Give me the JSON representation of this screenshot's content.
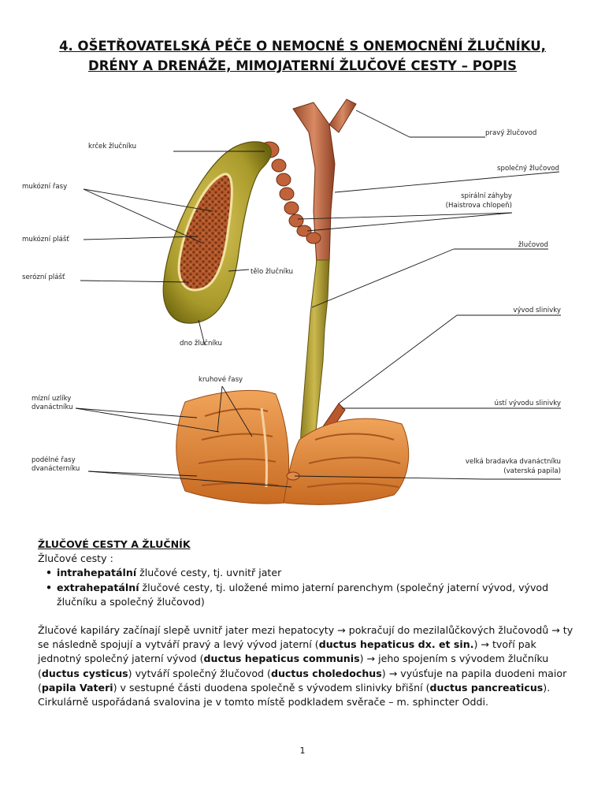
{
  "title": {
    "line1": "4. OŠETŘOVATELSKÁ PÉČE O NEMOCNÉ S ONEMOCNĚNÍ ŽLUČNÍKU,",
    "line2": "DRÉNY A DRENÁŽE, MIMOJATERNÍ ŽLUČOVÉ CESTY – POPIS"
  },
  "figure": {
    "labels": {
      "pravy_zlucovod": "pravý žlučovod",
      "krcek": "krček žlučníku",
      "spolecny": "společný žlučovod",
      "mukozni_rasy": "mukózní řasy",
      "spiralni1": "spirální záhyby",
      "spiralni2": "(Haistrova chlopeň)",
      "mukozni_plast": "mukózní plášť",
      "zlucovod": "žlučovod",
      "serozni_plast": "serózní plášť",
      "telo": "tělo žlučníku",
      "vyvod_slinivky": "vývod slinivky",
      "dno": "dno žlučníku",
      "kruhove_rasy": "kruhové řasy",
      "mizni1": "mízní uzlíky",
      "mizni2": "dvanáctníku",
      "usti": "ústí vývodu slinivky",
      "podelne1": "podélné řasy",
      "podelne2": "dvanácterníku",
      "bradavka1": "velká bradavka dvanáctníku",
      "bradavka2": "(vaterská papila)"
    }
  },
  "section": {
    "heading": "ŽLUČOVÉ CESTY A ŽLUČNÍK",
    "intro": "Žlučové cesty :",
    "bullets": [
      {
        "bold": "intrahepatální",
        "rest": " žlučové cesty, tj. uvnitř jater"
      },
      {
        "bold": "extrahepatální",
        "rest": " žlučové cesty, tj. uložené mimo jaterní parenchym (společný jaterní vývod, vývod žlučníku a společný žlučovod)"
      }
    ],
    "para": {
      "t1": "Žlučové kapiláry začínají slepě uvnitř jater mezi hepatocyty → pokračují do mezilalůčkových žlučovodů → ty se následně spojují a vytváří pravý a levý vývod jaterní (",
      "b1": "ductus hepaticus dx. et sin.",
      "t2": ") → tvoří pak jednotný společný jaterní vývod (",
      "b2": "ductus hepaticus communis",
      "t3": ") → jeho spojením s vývodem žlučníku (",
      "b3": "ductus cysticus",
      "t4": ") vytváří společný žlučovod (",
      "b4": "ductus choledochus",
      "t5": ") → vyúsťuje na papila duodeni maior (",
      "b5": "papila Vateri",
      "t6": ") v sestupné části duodena společně s vývodem slinivky břišní (",
      "b6": "ductus pancreaticus",
      "t7": "). Cirkulárně uspořádaná svalovina je v tomto místě podkladem svěrače – m. sphincter Oddi."
    }
  },
  "page_number": "1"
}
